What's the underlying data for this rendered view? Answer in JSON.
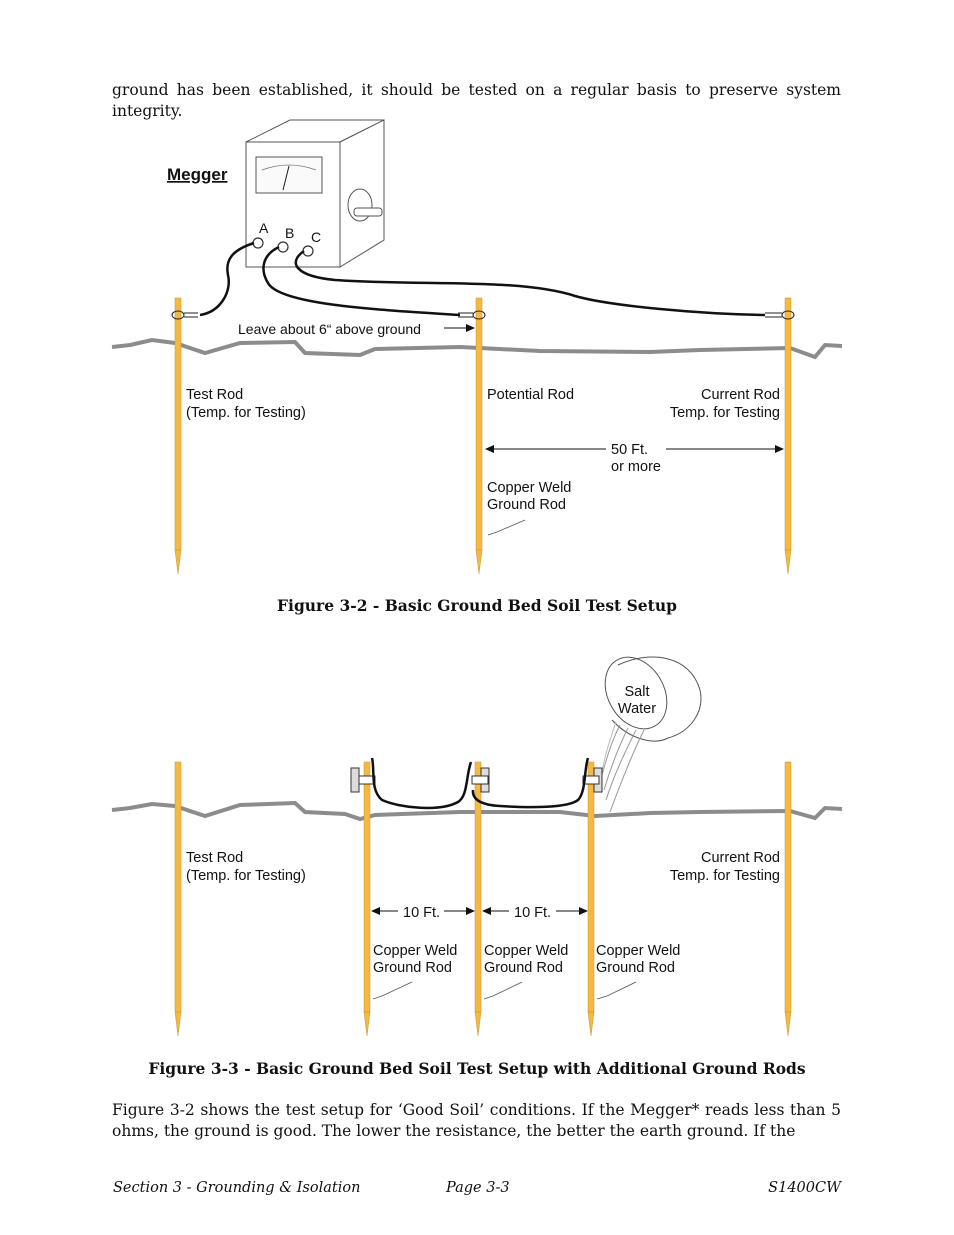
{
  "intro_text": "ground has been established, it should be tested on a regular basis to preserve system integrity.",
  "figure1": {
    "megger_label": "Megger",
    "terminal_a": "A",
    "terminal_b": "B",
    "terminal_c": "C",
    "leave_note": "Leave about 6“ above ground",
    "test_rod_line1": "Test Rod",
    "test_rod_line2": "(Temp. for Testing)",
    "potential_rod": "Potential Rod",
    "current_rod_line1": "Current Rod",
    "current_rod_line2": "Temp. for Testing",
    "distance_line1": "50 Ft.",
    "distance_line2": "or more",
    "copper_line1": "Copper Weld",
    "copper_line2": "Ground Rod",
    "caption": "Figure 3-2 - Basic Ground Bed Soil Test Setup"
  },
  "figure2": {
    "bucket_line1": "Salt",
    "bucket_line2": "Water",
    "test_rod_line1": "Test Rod",
    "test_rod_line2": "(Temp. for Testing)",
    "current_rod_line1": "Current Rod",
    "current_rod_line2": "Temp. for Testing",
    "spacing_1": "10 Ft.",
    "spacing_2": "10 Ft.",
    "copper_line1": "Copper Weld",
    "copper_line2": "Ground Rod",
    "caption": "Figure 3-3 - Basic Ground Bed Soil Test Setup with Additional Ground Rods"
  },
  "body_text": "Figure 3-2 shows the test setup for ‘Good Soil’ conditions. If the Megger* reads less than 5 ohms, the ground is good. The lower the resistance, the better the earth ground. If the",
  "footer": {
    "section": "Section 3 - Grounding & Isolation",
    "page": "Page 3-3",
    "doc_id": "S1400CW"
  },
  "colors": {
    "rod": "#f5b942",
    "ground_line": "#8c8c8c",
    "wire": "#111111"
  }
}
